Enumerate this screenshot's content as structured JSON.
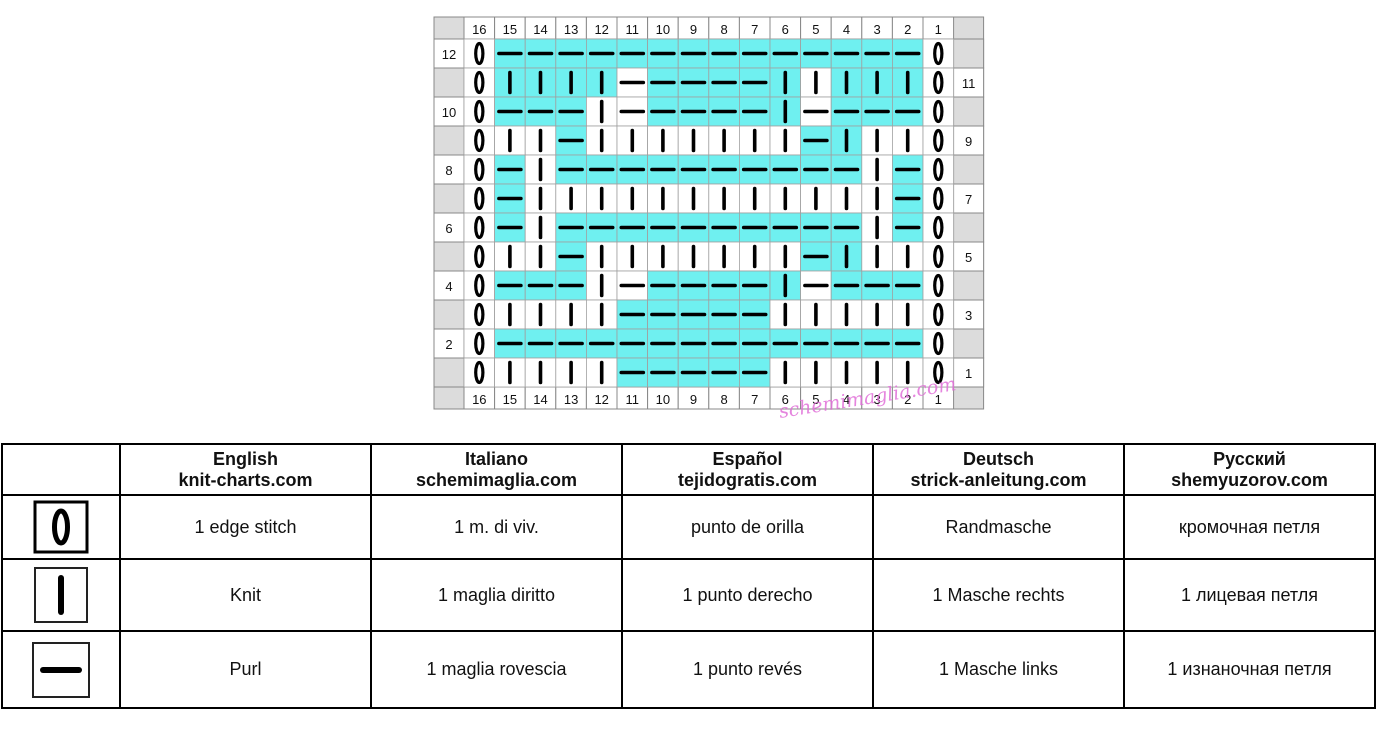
{
  "chart": {
    "colors": {
      "highlight": "#6ff0f0",
      "border": "#888888",
      "numbers_bg": "#dcdcdc",
      "symbol": "#000000"
    },
    "columns": [
      "16",
      "15",
      "14",
      "13",
      "12",
      "11",
      "10",
      "9",
      "8",
      "7",
      "6",
      "5",
      "4",
      "3",
      "2",
      "1"
    ],
    "row_labels_left": [
      "12",
      "",
      "10",
      "",
      "8",
      "",
      "6",
      "",
      "4",
      "",
      "2",
      ""
    ],
    "row_labels_right": [
      "",
      "11",
      "",
      "9",
      "",
      "7",
      "",
      "5",
      "",
      "3",
      "",
      "1"
    ],
    "rows": [
      {
        "row": 12,
        "cells": "EPPPPPPPPPPPPPPE",
        "shade": "0111111111111110"
      },
      {
        "row": 11,
        "cells": "EKKKKPPPPPKKKKKE",
        "shade": "0111101111101110"
      },
      {
        "row": 10,
        "cells": "EPPPKPPPPPKPPPPE",
        "shade": "0111001111101110"
      },
      {
        "row": 9,
        "cells": "EKKPKKKKKKKPKKKE",
        "shade": "0001000000011000"
      },
      {
        "row": 8,
        "cells": "EPKPPPPPPPPPPKPE",
        "shade": "0101111111111010"
      },
      {
        "row": 7,
        "cells": "EPKKKKKKKKKKKKPE",
        "shade": "0100000000000010"
      },
      {
        "row": 6,
        "cells": "EPKPPPPPPPPPPKPE",
        "shade": "0101111111111010"
      },
      {
        "row": 5,
        "cells": "EKKPKKKKKKKPKKKE",
        "shade": "0001000000011000"
      },
      {
        "row": 4,
        "cells": "EPPPKPPPPPKPPPPE",
        "shade": "0111001111101110"
      },
      {
        "row": 3,
        "cells": "EKKKKPPPPPKKKKKE",
        "shade": "0000011111000000"
      },
      {
        "row": 2,
        "cells": "EPPPPPPPPPPPPPPE",
        "shade": "0111111111111110"
      },
      {
        "row": 1,
        "cells": "EKKKKPPPPPKKKKKE",
        "shade": "0000011111000000"
      }
    ],
    "watermark": "schemimaglia.com"
  },
  "legend": {
    "headers": [
      {
        "lang": "English",
        "site": "knit-charts.com"
      },
      {
        "lang": "Italiano",
        "site": "schemimaglia.com"
      },
      {
        "lang": "Español",
        "site": "tejidogratis.com"
      },
      {
        "lang": "Deutsch",
        "site": "strick-anleitung.com"
      },
      {
        "lang": "Русский",
        "site": "shemyuzorov.com"
      }
    ],
    "rows": [
      {
        "symbol": "edge-stitch",
        "cells": [
          "1 edge stitch",
          "1 m. di viv.",
          "punto de orilla",
          "Randmasche",
          "кромочная петля"
        ]
      },
      {
        "symbol": "knit",
        "cells": [
          "Knit",
          "1 maglia diritto",
          "1 punto derecho",
          "1 Masche rechts",
          "1 лицевая петля"
        ]
      },
      {
        "symbol": "purl",
        "cells": [
          "Purl",
          "1 maglia rovescia",
          "1 punto revés",
          "1 Masche links",
          "1 изнаночная петля"
        ]
      }
    ]
  }
}
